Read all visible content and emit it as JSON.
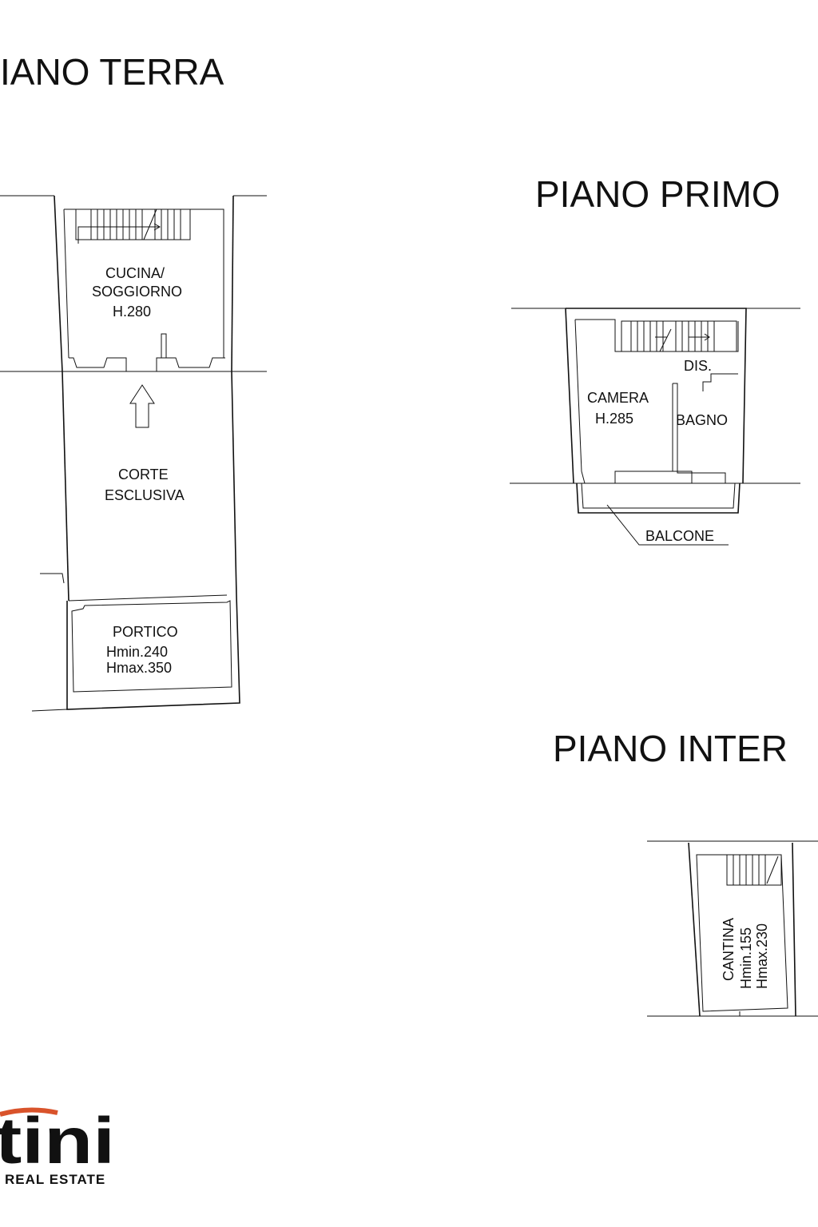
{
  "floors": {
    "ground": {
      "title": "IANO TERRA",
      "rooms": {
        "kitchen_line1": "CUCINA/",
        "kitchen_line2": "SOGGIORNO",
        "kitchen_height": "H.280",
        "court_line1": "CORTE",
        "court_line2": "ESCLUSIVA",
        "portico": "PORTICO",
        "portico_hmin": "Hmin.240",
        "portico_hmax": "Hmax.350"
      }
    },
    "first": {
      "title": "PIANO PRIMO",
      "rooms": {
        "camera": "CAMERA",
        "camera_height": "H.285",
        "bagno": "BAGNO",
        "dis": "DIS.",
        "balcone": "BALCONE"
      }
    },
    "basement": {
      "title": "PIANO INTER",
      "rooms": {
        "cantina": "CANTINA",
        "cantina_hmin": "Hmin.155",
        "cantina_hmax": "Hmax.230"
      }
    }
  },
  "logo": {
    "wordmark": "tini",
    "tagline": "REAL ESTATE",
    "color_dark": "#1f3a68",
    "color_accent": "#d9532b"
  }
}
